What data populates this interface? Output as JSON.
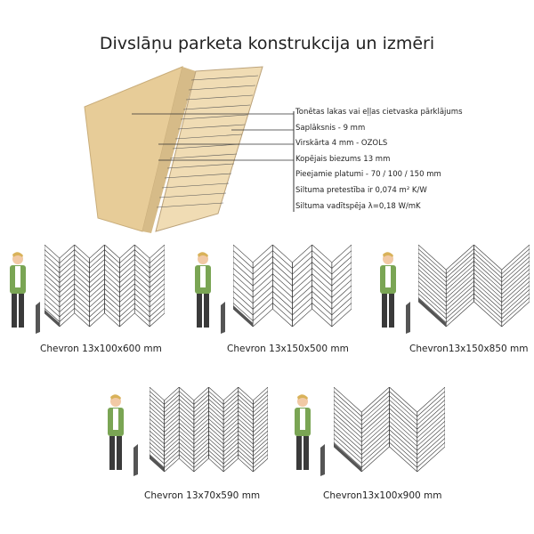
{
  "title": "Divslāņu parketa konstrukcija un izmēri",
  "specs": [
    "Tonētas lakas vai eļļas cietvaska pārklājums",
    "Saplāksnis - 9 mm",
    "Virskārta 4 mm - OZOLS",
    "Kopējais biezums 13 mm",
    "Pieejamie platumi - 70 / 100 / 150  mm",
    "Siltuma pretestība ir 0,074 m² K/W",
    "Siltuma vadītspēja λ=0,18 W/mK"
  ],
  "panels": [
    {
      "caption": "Chevron 13x100x600 mm"
    },
    {
      "caption": "Chevron 13x150x500 mm"
    },
    {
      "caption": "Chevron13x150x850 mm"
    },
    {
      "caption": "Chevron 13x70x590 mm"
    },
    {
      "caption": "Chevron13x100x900 mm"
    }
  ],
  "colors": {
    "wood": "#e9cf9e",
    "jacket": "#7aa554",
    "pants": "#3a3a3a"
  }
}
